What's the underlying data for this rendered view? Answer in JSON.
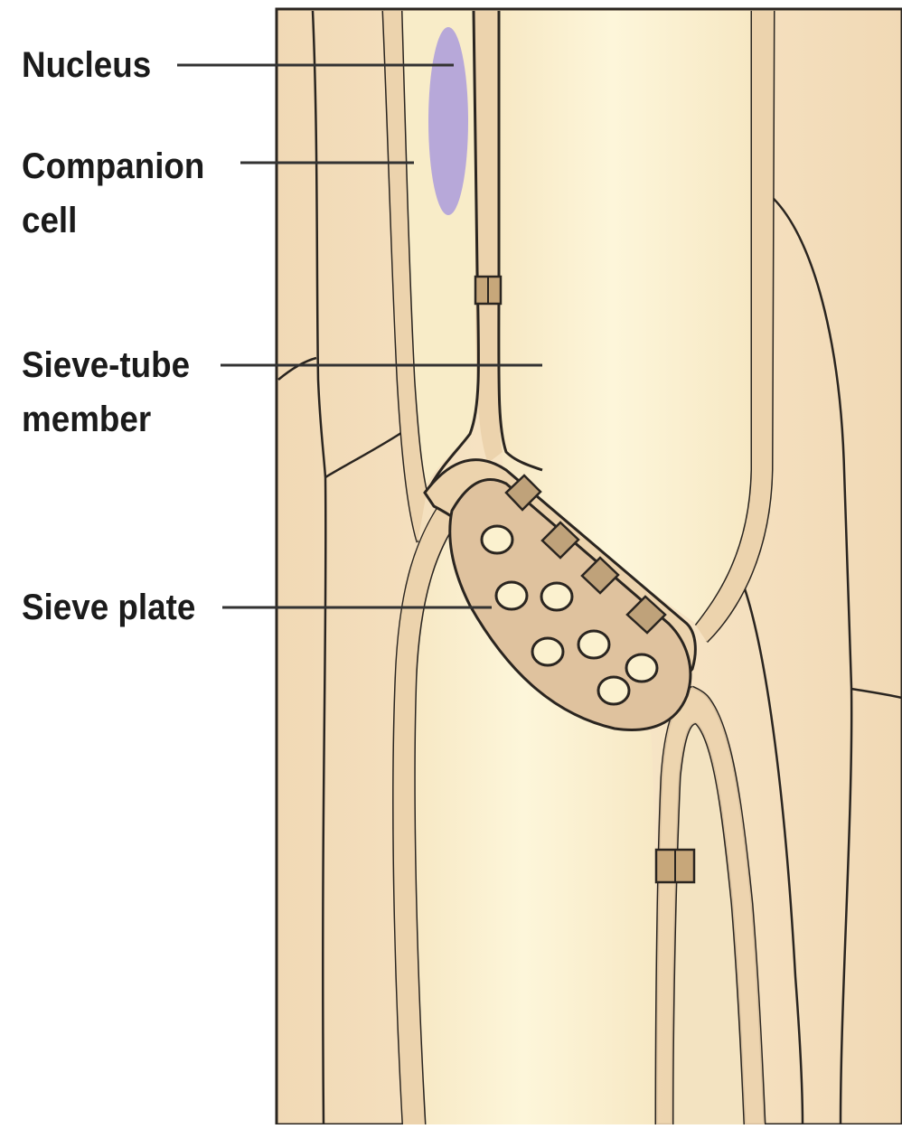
{
  "labels": {
    "nucleus": "Nucleus",
    "companion_line1": "Companion",
    "companion_line2": "cell",
    "sieve_tube_line1": "Sieve-tube",
    "sieve_tube_line2": "member",
    "sieve_plate": "Sieve plate"
  },
  "colors": {
    "cell_fill": "#f5dfbf",
    "lumen_fill": "#fbf1cf",
    "wall_fill": "#ecd3ad",
    "plate_fill": "#dfc29e",
    "pit_fill": "#bfa27a",
    "nucleus_fill": "#b7a8d9",
    "outline": "#2a2520",
    "leader": "#333333"
  }
}
